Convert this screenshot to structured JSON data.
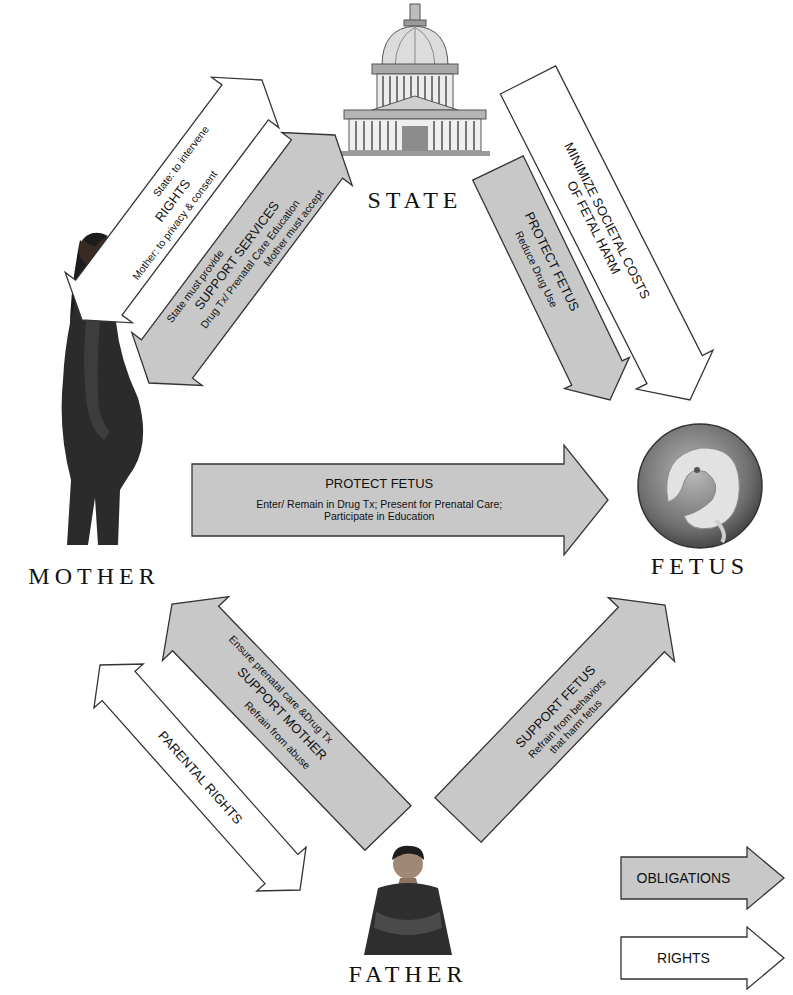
{
  "diagram": {
    "nodes": [
      {
        "text": [
          "STATE"
        ]
      },
      {
        "text": [
          "MOTHER"
        ]
      },
      {
        "text": [
          "FETUS"
        ]
      },
      {
        "text": [
          "FATHER"
        ]
      }
    ],
    "edges": [
      {
        "from": 0,
        "to": 1,
        "label": "RIGHTS",
        "arrow": "both"
      },
      {
        "from": 0,
        "to": 1,
        "label": "SUPPORT SERVICES",
        "arrow": "both"
      },
      {
        "from": 0,
        "to": 2,
        "label": "MINIMIZE SOCIETAL COSTS OF FETAL HARM",
        "arrow": "to"
      },
      {
        "from": 0,
        "to": 2,
        "label": "PROTECT FETUS",
        "arrow": "to"
      },
      {
        "from": 1,
        "to": 2,
        "label": "PROTECT FETUS",
        "arrow": "to"
      },
      {
        "from": 3,
        "to": 1,
        "label": "SUPPORT MOTHER",
        "arrow": "to"
      },
      {
        "from": 1,
        "to": 3,
        "label": "PARENTAL RIGHTS",
        "arrow": "both"
      },
      {
        "from": 3,
        "to": 2,
        "label": "SUPPORT FETUS",
        "arrow": "to"
      }
    ],
    "labels": [
      "State: to intervene",
      "Mother: to privacy & consent",
      "State must provide",
      "Drug Tx/ Prenatal Care Education",
      "Mother must accept",
      "Reduce Drug Use",
      "Enter/ Remain in Drug Tx; Present for Prenatal Care; Participate in Education",
      "Ensure prenatal care &Drug Tx",
      "Refrain from abuse",
      "Refrain from behaviors that harm fetus"
    ],
    "legend": [
      {
        "text": "OBLIGATIONS",
        "color": "#c8c8c8"
      },
      {
        "text": "RIGHTS",
        "color": "#ffffff"
      }
    ]
  }
}
